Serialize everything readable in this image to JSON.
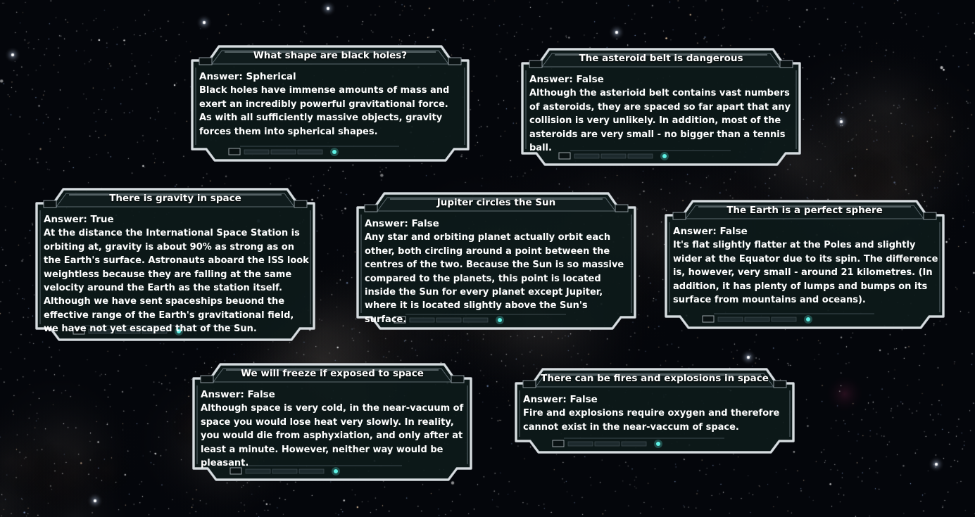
{
  "cards": [
    {
      "title": "What shape are black holes?",
      "answer": "Answer: Spherical",
      "text": "Black holes have immense amounts of mass and exert an incredibly powerful gravitational force. As with all sufficiently massive objects, gravity forces them into spherical shapes."
    },
    {
      "title": "The asteroid belt is dangerous",
      "answer": "Answer: False",
      "text": "Although the asterioid belt contains vast numbers of asteroids, they are spaced so far apart that any collision is very unlikely. In addition, most of the asteroids are very small - no bigger than a tennis ball."
    },
    {
      "title": "There is gravity in space",
      "answer": "Answer:  True",
      "text": "At the distance the International Space Station is orbiting  at, gravity is about 90% as strong as on the Earth's surface. Astronauts aboard the ISS look weightless because they are falling at the same velocity around the Earth as the station itself. Although we have sent spaceships beuond the effective range of the Earth's gravitational field, we have not yet escaped that of the Sun."
    },
    {
      "title": "Jupiter circles the Sun",
      "answer": "Answer: False",
      "text": "Any star and orbiting planet actually orbit each other, both circling around a point between the centres of the two. Because the Sun is so massive compared to the planets, this point is located inside the Sun for every planet except Jupiter, where it is located slightly above the Sun's surface."
    },
    {
      "title": "The Earth is a perfect sphere",
      "answer": "Answer: False",
      "text": "It's flat slightly flatter at the Poles and slightly wider at the Equator due to its spin. The difference is, however, very small - around 21 kilometres. (In addition, it has plenty of lumps and bumps on its surface from mountains and oceans)."
    },
    {
      "title": "We will freeze if exposed to space",
      "answer": "Answer: False",
      "text": "Although space is very cold, in the near-vacuum of space you would lose heat very slowly. In reality, you would die from asphyxiation, and only after at least a minute. However, neither way would be pleasant."
    },
    {
      "title": "There can be fires and explosions in space",
      "answer": "Answer: False",
      "text": "Fire and explosions require oxygen and therefore cannot exist in the near-vaccum of space."
    }
  ],
  "colors": {
    "panel_fill": "#0d1a1a",
    "panel_border": "#c9cfd4",
    "panel_inner_border": "#5d6a70",
    "light_accent": "#5ef2e6",
    "text": "#ffffff"
  }
}
